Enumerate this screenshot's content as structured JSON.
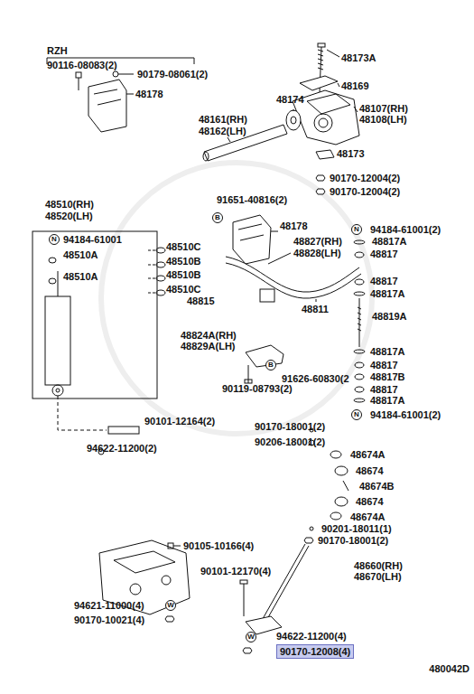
{
  "diagram": {
    "nodes": [
      {
        "text": [
          "N"
        ]
      },
      {
        "text": [
          "B"
        ]
      },
      {
        "text": [
          "N"
        ]
      },
      {
        "text": [
          "B"
        ]
      },
      {
        "text": [
          "N"
        ]
      },
      {
        "text": [
          "W"
        ]
      },
      {
        "text": [
          "W"
        ]
      },
      {
        "text": [
          "90170-12008(4)"
        ]
      }
    ],
    "labels": [
      "RZH",
      "90116-08083(2)",
      "90179-08061(2)",
      "48178",
      "48173A",
      "48169",
      "48174",
      "48107(RH)",
      "48108(LH)",
      "48161(RH)",
      "48162(LH)",
      "48173",
      "90170-12004(2)",
      "90170-12004(2)",
      "48510(RH)",
      "48520(LH)",
      "91651-40816(2)",
      "94184-61001",
      "48510C",
      "48510A",
      "48510B",
      "48510B",
      "48510A",
      "48510C",
      "48178",
      "94184-61001(2)",
      "48827(RH)",
      "48828(LH)",
      "48817A",
      "48817",
      "48817",
      "48817A",
      "48815",
      "48811",
      "48819A",
      "48824A(RH)",
      "48829A(LH)",
      "48817A",
      "48817",
      "48817B",
      "91626-60830(2",
      "90119-08793(2)",
      "48817",
      "48817A",
      "94184-61001(2)",
      "90101-12164(2)",
      "90170-18001(2)",
      "94622-11200(2)",
      "90206-18001(2)",
      "48674A",
      "48674",
      "48674B",
      "48674",
      "48674A",
      "90201-18011(1)",
      "90170-18001(2)",
      "90105-10166(4)",
      "90101-12170(4)",
      "48660(RH)",
      "48670(LH)",
      "94621-11000(4)",
      "90170-10021(4)",
      "94622-11200(4)",
      "480042D"
    ]
  }
}
